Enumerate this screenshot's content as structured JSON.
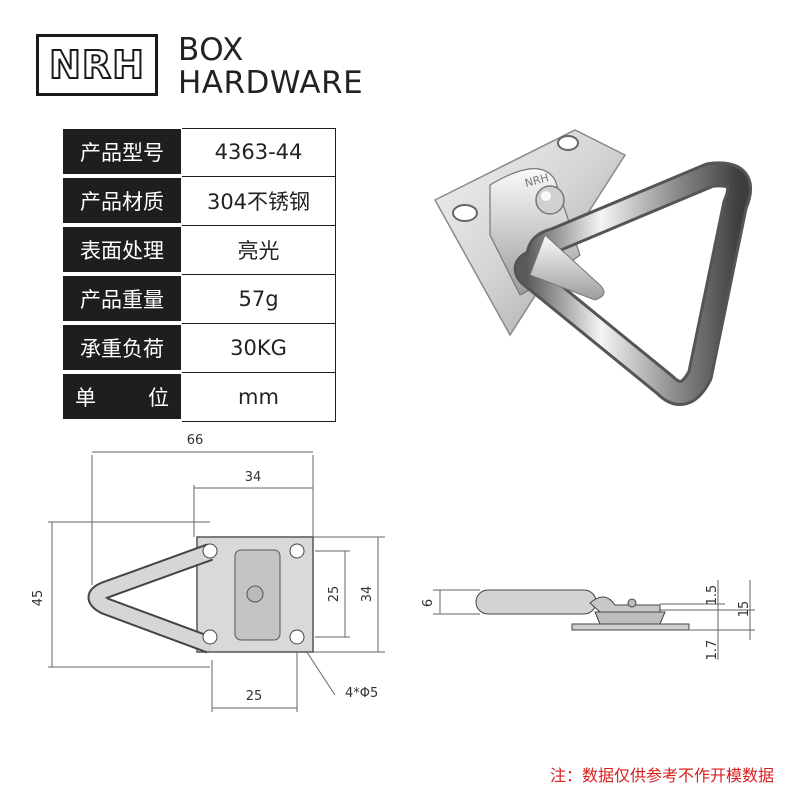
{
  "logo": {
    "mark": "NRH",
    "line1": "BOX",
    "line2": "HARDWARE"
  },
  "specs": [
    {
      "key": "产品型号",
      "value": "4363-44"
    },
    {
      "key": "产品材质",
      "value": "304不锈钢"
    },
    {
      "key": "表面处理",
      "value": "亮光"
    },
    {
      "key": "产品重量",
      "value": "57g"
    },
    {
      "key": "承重负荷",
      "value": "30KG"
    },
    {
      "key_a": "单",
      "key_b": "位",
      "value": "mm"
    }
  ],
  "photo": {
    "plate_mark": "NRH"
  },
  "drawing": {
    "d66": "66",
    "d34top": "34",
    "d45": "45",
    "d25": "25",
    "d34": "34",
    "d25bottom": "25",
    "holes": "4*Φ5",
    "side_6": "6",
    "side_1_5": "1.5",
    "side_15": "15",
    "side_1_7": "1.7"
  },
  "note": "注：数据仅供参考不作开模数据"
}
